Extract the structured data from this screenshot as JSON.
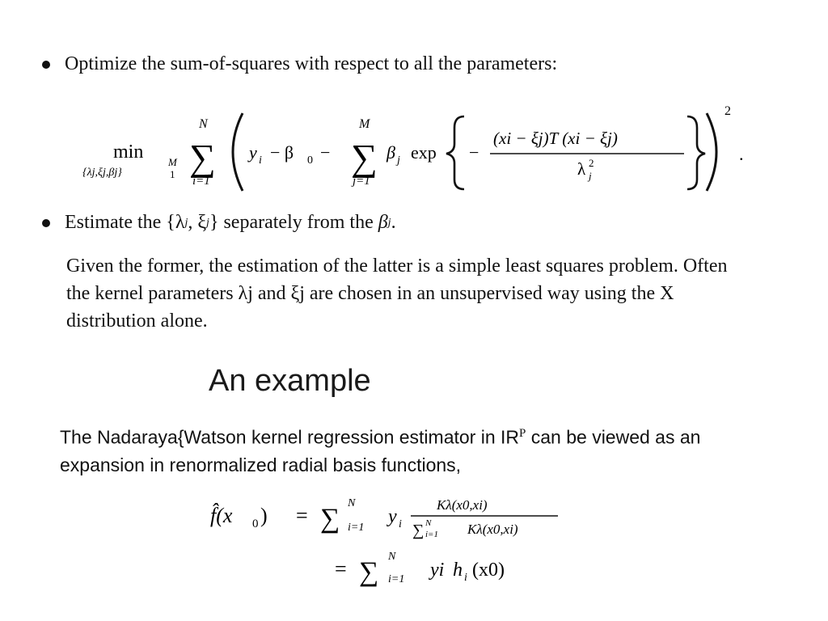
{
  "bullets": {
    "first": "Optimize the sum-of-squares with respect to all the parameters:",
    "second_prefix": "Estimate the",
    "second_set": "{λ",
    "second_sub1": "j",
    "second_comma": ", ξ",
    "second_sub2": "j",
    "second_close": "}",
    "second_middle": "separately from the",
    "second_beta": "β",
    "second_beta_sub": "j",
    "second_end": "."
  },
  "formula1": {
    "min": "min",
    "min_sub": "{λj,ξj,βj}",
    "min_sub_limit": "1",
    "min_sup_limit": "M",
    "sum1_top": "N",
    "sum1_bottom": "i=1",
    "y": "y",
    "y_sub": "i",
    "minus_beta0": "− β",
    "beta0_sub": "0",
    "minus": "−",
    "sum2_top": "M",
    "sum2_bottom": "j=1",
    "beta": "β",
    "beta_sub": "j",
    "exp": "exp",
    "neg": "−",
    "numerator": "(xi − ξj)T (xi − ξj)",
    "denominator": "λ",
    "denominator_sup": "2",
    "denominator_sub": "j",
    "power": "2",
    "period": "."
  },
  "paragraph": "Given the former, the estimation of the latter is a simple least squares problem. Often the kernel parameters λj and ξj are chosen in an unsupervised way using the X distribution alone.",
  "section_title": "An example",
  "example": {
    "before": "The Nadaraya{Watson kernel regression estimator in IR",
    "sup": "P",
    "after": " can be viewed as an expansion in renormalized radial basis functions,"
  },
  "formula2": {
    "lhs": "f̂(x",
    "lhs_sub": "0",
    "lhs_close": ")",
    "eq": "=",
    "sum_top": "N",
    "sum_bottom": "i=1",
    "y": "y",
    "y_sub": "i",
    "frac_num": "Kλ(x0,xi)",
    "frac_den": "Kλ(x0,xi)",
    "frac_den_sum_top": "N",
    "frac_den_sum_bottom": "i=1",
    "line2_eq": "=",
    "line2_sum_top": "N",
    "line2_sum_bottom": "i=1",
    "line2_expr": "yi",
    "line2_h": "h",
    "line2_h_sub": "i",
    "line2_arg": "(x0)"
  }
}
